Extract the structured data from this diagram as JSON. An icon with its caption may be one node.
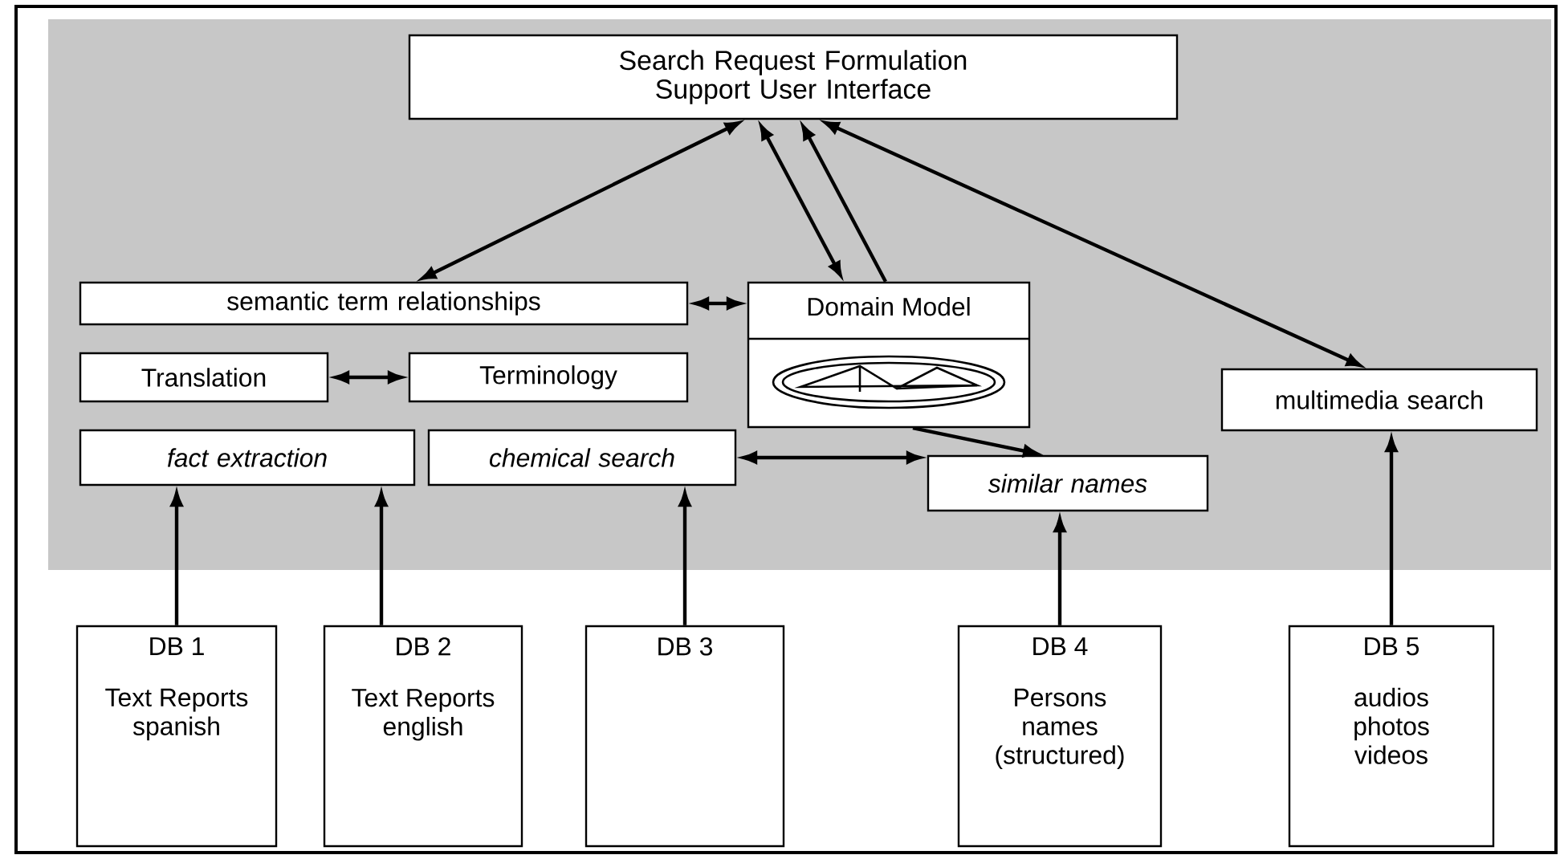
{
  "diagram": {
    "nodes": [
      {
        "text": [
          "Search Request Formulation Support User Interface"
        ]
      },
      {
        "text": [
          "semantic term relationships"
        ]
      },
      {
        "text": [
          "Domain Model"
        ]
      },
      {
        "text": [
          "Translation"
        ]
      },
      {
        "text": [
          "Terminology"
        ]
      },
      {
        "text": [
          "multimedia search"
        ]
      },
      {
        "text": [
          "fact extraction"
        ]
      },
      {
        "text": [
          "chemical search"
        ]
      },
      {
        "text": [
          "similar names"
        ]
      },
      {
        "text": [
          "DB 1",
          "Text Reports spanish"
        ]
      },
      {
        "text": [
          "DB 2",
          "Text Reports english"
        ]
      },
      {
        "text": [
          "DB 3"
        ]
      },
      {
        "text": [
          "DB 4",
          "Persons names (structured)"
        ]
      },
      {
        "text": [
          "DB 5",
          "audios photos videos"
        ]
      }
    ],
    "edges": [
      {
        "from": 0,
        "to": 1,
        "arrow": "both"
      },
      {
        "from": 0,
        "to": 2,
        "arrow": "both"
      },
      {
        "from": 2,
        "to": 0,
        "arrow": "to"
      },
      {
        "from": 0,
        "to": 5,
        "arrow": "both"
      },
      {
        "from": 1,
        "to": 2,
        "arrow": "both"
      },
      {
        "from": 3,
        "to": 4,
        "arrow": "both"
      },
      {
        "from": 2,
        "to": 8,
        "arrow": "to"
      },
      {
        "from": 7,
        "to": 8,
        "arrow": "both"
      },
      {
        "from": 9,
        "to": 6,
        "arrow": "to"
      },
      {
        "from": 10,
        "to": 6,
        "arrow": "to"
      },
      {
        "from": 11,
        "to": 7,
        "arrow": "to"
      },
      {
        "from": 12,
        "to": 8,
        "arrow": "to"
      },
      {
        "from": 13,
        "to": 5,
        "arrow": "to"
      }
    ]
  }
}
